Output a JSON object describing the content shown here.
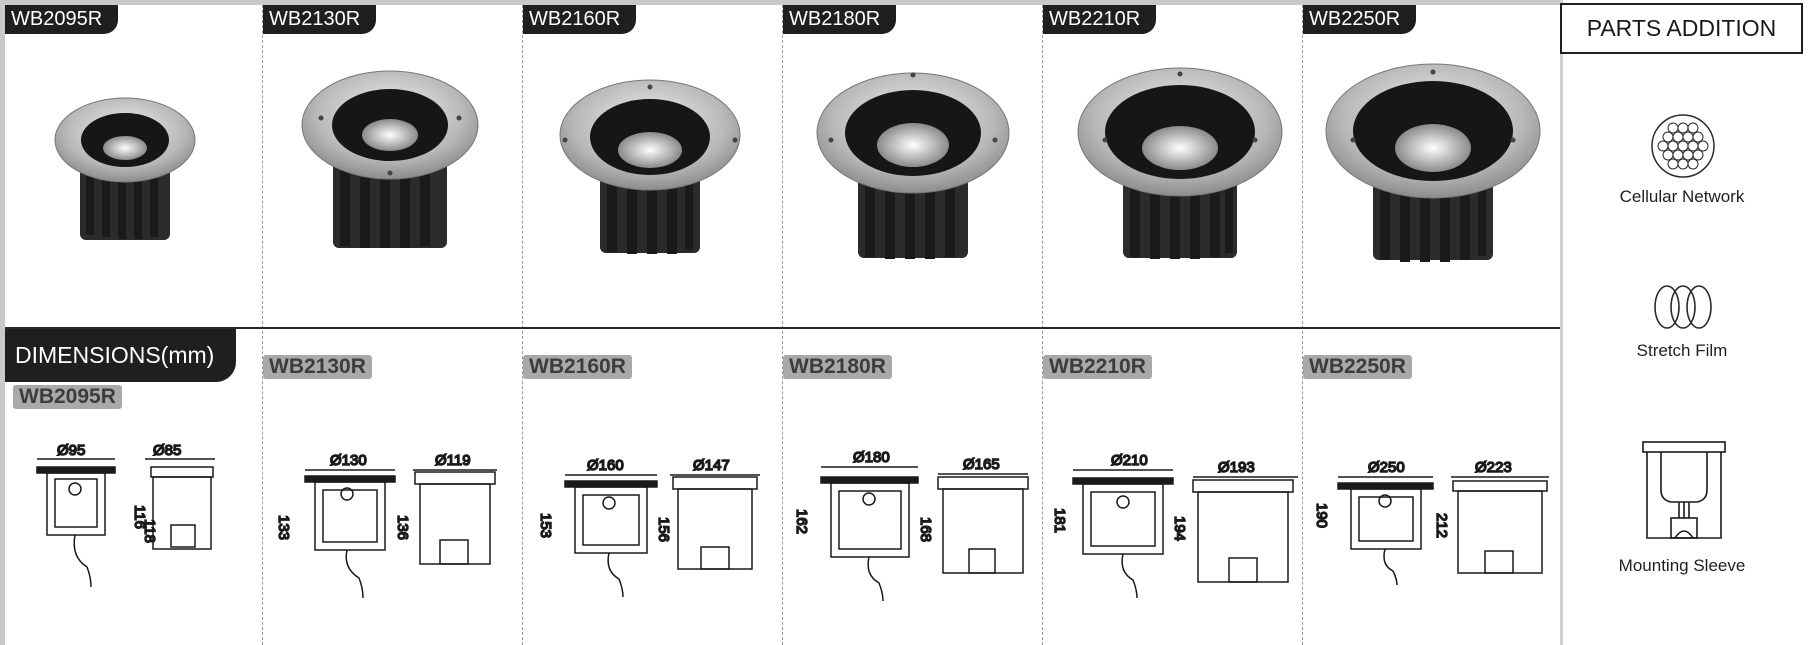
{
  "products": [
    {
      "model": "WB2095R",
      "outer": "Ø95",
      "inner": "Ø85",
      "h1": "116",
      "h2": "118"
    },
    {
      "model": "WB2130R",
      "outer": "Ø130",
      "inner": "Ø119",
      "h1": "133",
      "h2": "136"
    },
    {
      "model": "WB2160R",
      "outer": "Ø160",
      "inner": "Ø147",
      "h1": "153",
      "h2": "156"
    },
    {
      "model": "WB2180R",
      "outer": "Ø180",
      "inner": "Ø165",
      "h1": "162",
      "h2": "168"
    },
    {
      "model": "WB2210R",
      "outer": "Ø210",
      "inner": "Ø193",
      "h1": "181",
      "h2": "194"
    },
    {
      "model": "WB2250R",
      "outer": "Ø250",
      "inner": "Ø223",
      "h1": "190",
      "h2": "212"
    }
  ],
  "dimensions_title": "DIMENSIONS(mm)",
  "parts": {
    "title": "PARTS ADDITION",
    "items": [
      {
        "label": "Cellular Network",
        "icon": "honeycomb-lens-icon"
      },
      {
        "label": "Stretch Film",
        "icon": "stretch-film-icon"
      },
      {
        "label": "Mounting Sleeve",
        "icon": "mounting-sleeve-icon"
      }
    ]
  }
}
